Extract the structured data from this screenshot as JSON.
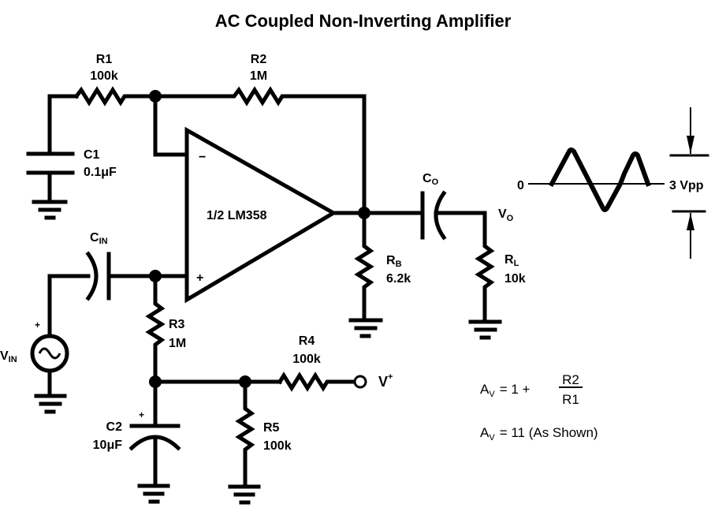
{
  "title": "AC Coupled Non-Inverting Amplifier",
  "components": {
    "R1": {
      "name": "R1",
      "value": "100k"
    },
    "R2": {
      "name": "R2",
      "value": "1M"
    },
    "R3": {
      "name": "R3",
      "value": "1M"
    },
    "R4": {
      "name": "R4",
      "value": "100k"
    },
    "R5": {
      "name": "R5",
      "value": "100k"
    },
    "RB": {
      "name": "R",
      "sub": "B",
      "value": "6.2k"
    },
    "RL": {
      "name": "R",
      "sub": "L",
      "value": "10k"
    },
    "C1": {
      "name": "C1",
      "value": "0.1μF"
    },
    "C2": {
      "name": "C2",
      "value": "10μF"
    },
    "CIN": {
      "name": "C",
      "sub": "IN"
    },
    "CO": {
      "name": "C",
      "sub": "O"
    },
    "opamp": {
      "label": "1/2 LM358",
      "inverting": "−",
      "noninverting": "+"
    },
    "vin": {
      "name": "V",
      "sub": "IN",
      "polarity": "+"
    },
    "c2_polarity": "+",
    "vplus": {
      "name": "V",
      "sup": "+"
    },
    "vo": {
      "name": "V",
      "sub": "O"
    }
  },
  "waveform": {
    "zero_label": "0",
    "amplitude_label": "3 Vpp"
  },
  "equations": {
    "gain_formula": {
      "lhs": "A",
      "lhs_sub": "V",
      "rhs_prefix": "= 1 +",
      "numerator": "R2",
      "denominator": "R1"
    },
    "gain_value": {
      "lhs": "A",
      "lhs_sub": "V",
      "rhs": "= 11 (As Shown)"
    }
  }
}
